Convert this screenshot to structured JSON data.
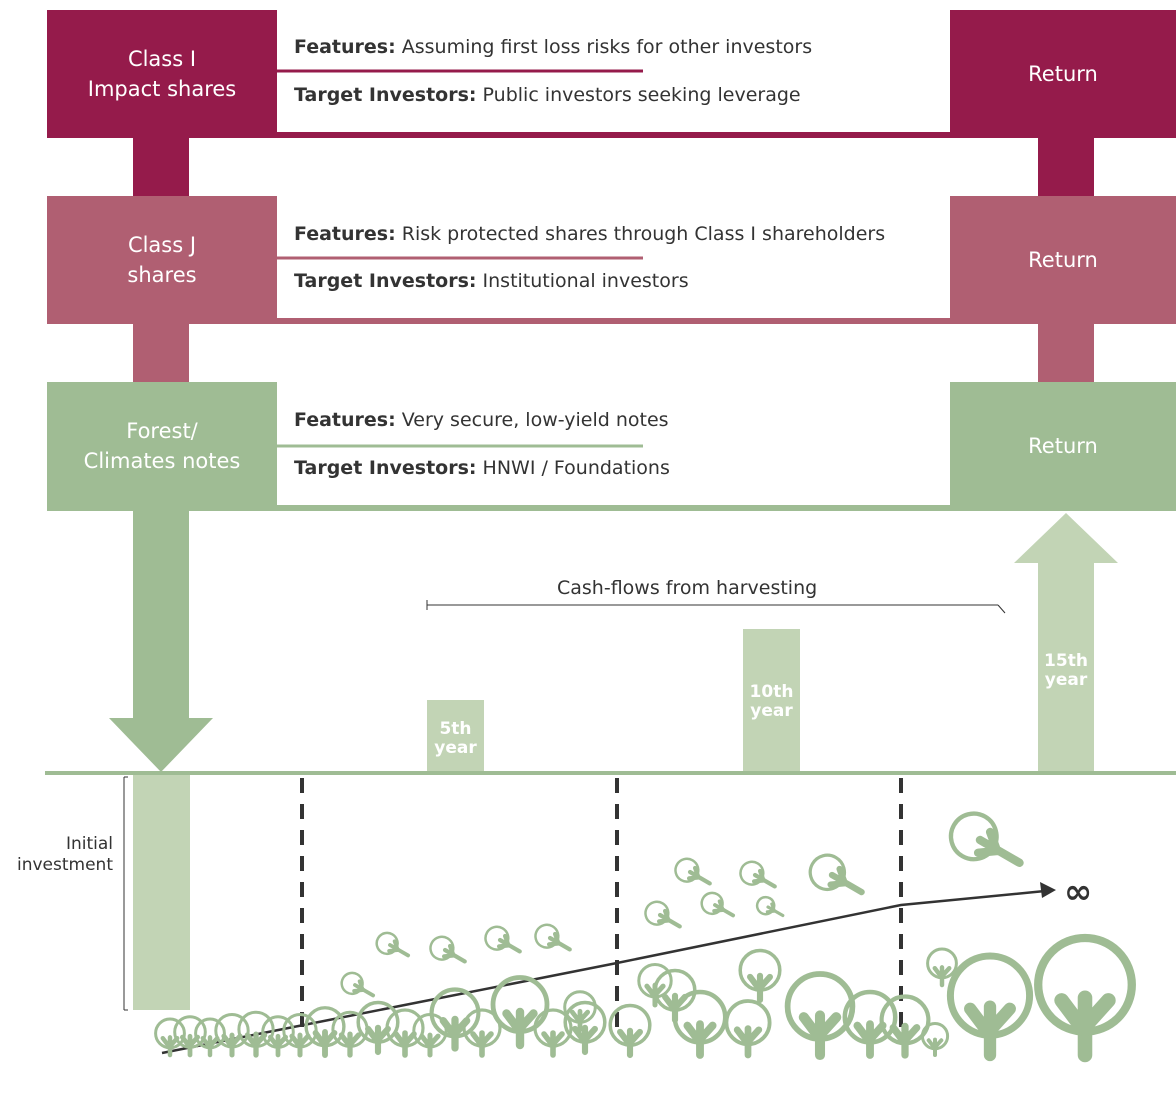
{
  "colors": {
    "class_i": "#951b4b",
    "class_j": "#b05f72",
    "notes": "#9fbc94",
    "pale_green": "#c2d4b5",
    "tree_green": "#9fbc94",
    "text": "#333333"
  },
  "tiers": [
    {
      "label_lines": [
        "Class I",
        "Impact shares"
      ],
      "features_key": "Features:",
      "features": "Assuming first loss risks for other investors",
      "target_key": "Target Investors:",
      "target": "Public investors seeking leverage",
      "return_label": "Return"
    },
    {
      "label_lines": [
        "Class J",
        "shares"
      ],
      "features_key": "Features:",
      "features": "Risk protected shares through Class I shareholders",
      "target_key": "Target Investors:",
      "target": "Institutional investors",
      "return_label": "Return"
    },
    {
      "label_lines": [
        "Forest/",
        "Climates notes"
      ],
      "features_key": "Features:",
      "features": "Very secure, low-yield notes",
      "target_key": "Target Investors:",
      "target": "HNWI / Foundations",
      "return_label": "Return"
    }
  ],
  "cashflow_label": "Cash-flows from harvesting",
  "years": [
    {
      "lines": [
        "5th",
        "year"
      ]
    },
    {
      "lines": [
        "10th",
        "year"
      ]
    },
    {
      "lines": [
        "15th",
        "year"
      ]
    }
  ],
  "initial_investment_lines": [
    "Initial",
    "investment"
  ],
  "infinity_symbol": "∞"
}
